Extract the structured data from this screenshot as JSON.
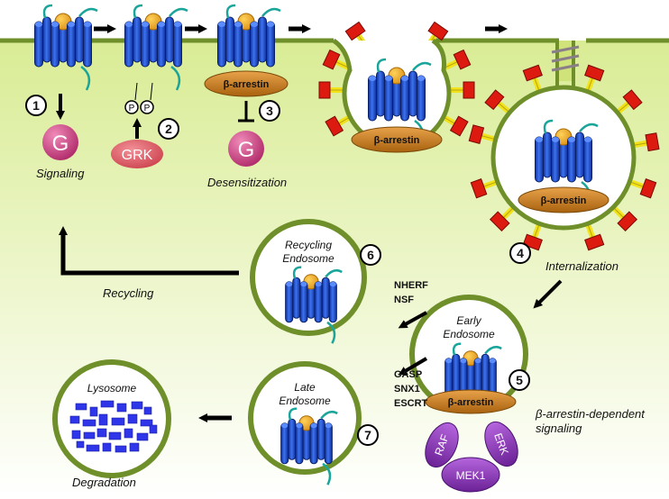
{
  "steps": {
    "s1": "1",
    "s2": "2",
    "s3": "3",
    "s4": "4",
    "s5": "5",
    "s6": "6",
    "s7": "7"
  },
  "labels": {
    "signaling": "Signaling",
    "desensitization": "Desensitization",
    "internalization": "Internalization",
    "recycling": "Recycling",
    "degradation": "Degradation",
    "beta_arrestin_dependent_1": "β-arrestin-dependent",
    "beta_arrestin_dependent_2": "signaling"
  },
  "proteins": {
    "g_protein": "G",
    "grk": "GRK",
    "phospho": "P",
    "beta_arrestin": "β-arrestin",
    "raf": "RAF",
    "erk": "ERK",
    "mek1": "MEK1"
  },
  "compartments": {
    "recycling_endosome_1": "Recycling",
    "recycling_endosome_2": "Endosome",
    "early_endosome_1": "Early",
    "early_endosome_2": "Endosome",
    "late_endosome_1": "Late",
    "late_endosome_2": "Endosome",
    "lysosome": "Lysosome"
  },
  "factors": {
    "recycling_1": "NHERF",
    "recycling_2": "NSF",
    "degradation_1": "GASP",
    "degradation_2": "SNX1",
    "degradation_3": "ESCRT"
  },
  "colors": {
    "cytoplasm": "#d6ea8e",
    "membrane": "#6f8f2a",
    "receptor": "#1f4fcc",
    "receptor_tail": "#1aa59a",
    "ligand": "#f0a020",
    "g_protein": "#c8367a",
    "grk": "#d84a55",
    "arrestin": "#c87a1a",
    "clathrin_red": "#dd1a10",
    "clathrin_yellow": "#f2e21a",
    "kinase": "#8d3bb5"
  }
}
